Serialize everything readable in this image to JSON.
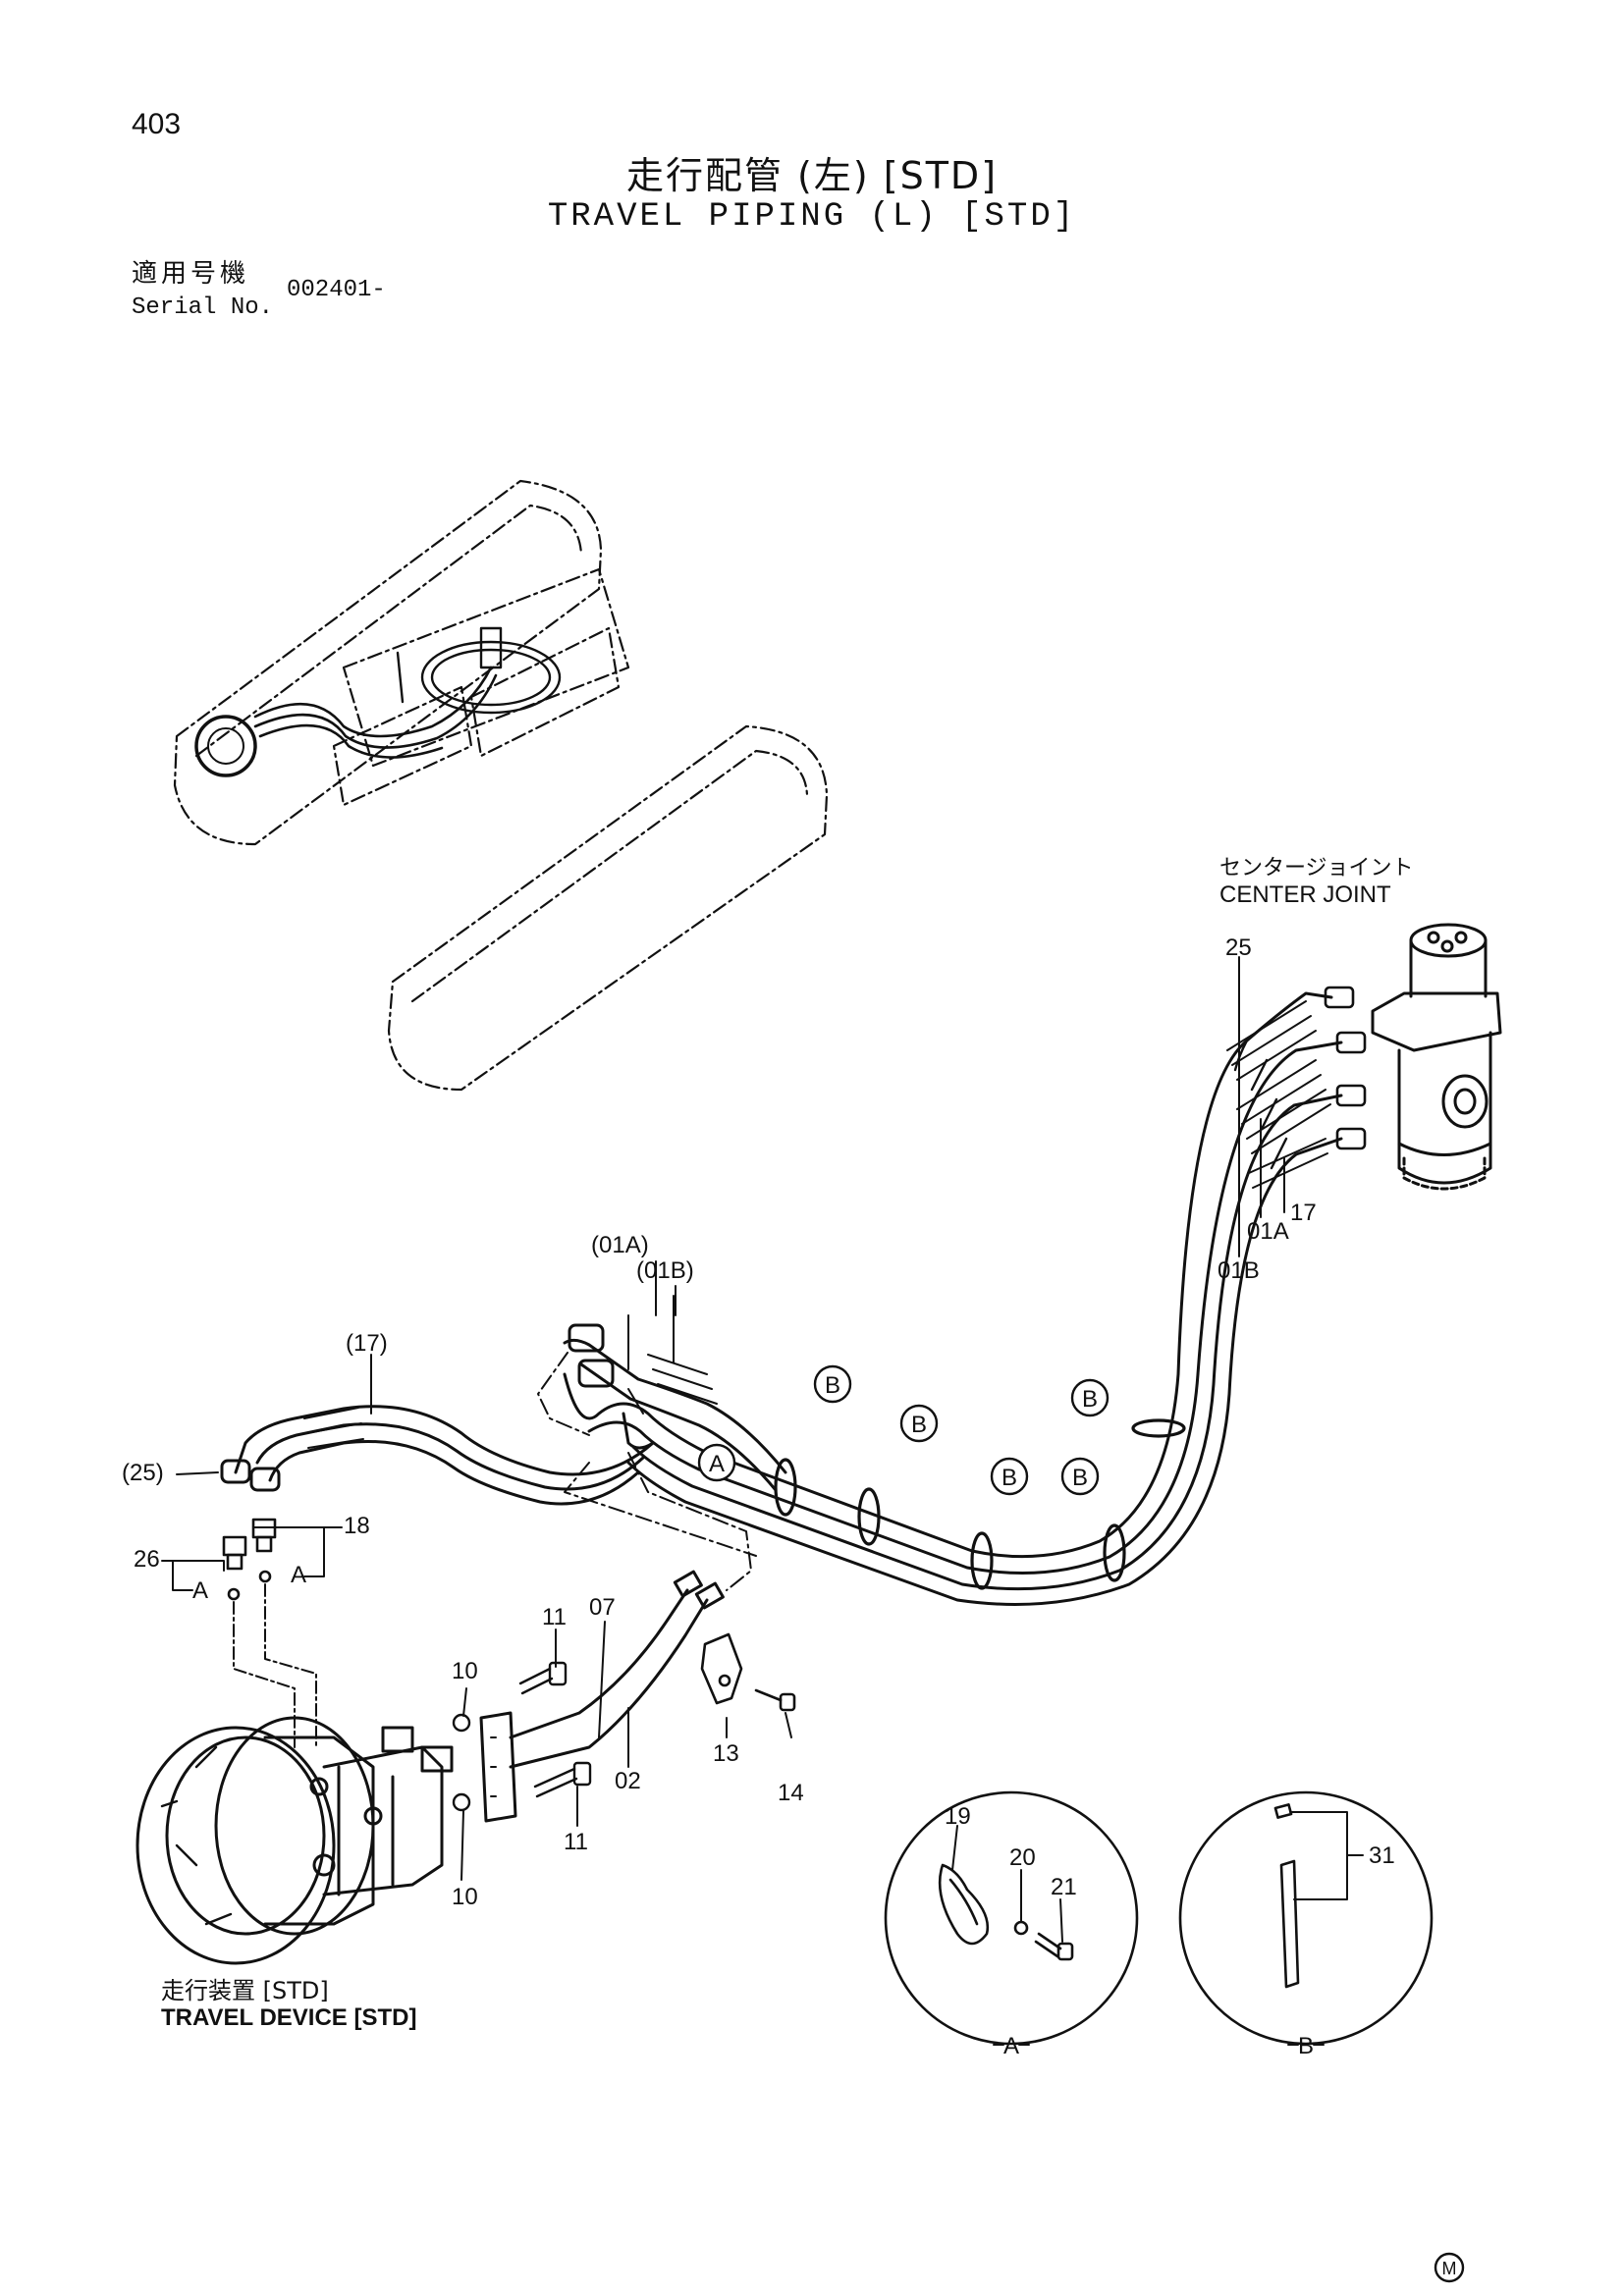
{
  "header": {
    "page_number": "403",
    "title_jp": "走行配管 (左) [STD]",
    "title_en": "TRAVEL PIPING (L) [STD]",
    "serial_label_jp": "適用号機",
    "serial_label_en": "Serial No.",
    "serial_value": "002401-"
  },
  "labels": {
    "center_joint_jp": "センタージョイント",
    "center_joint_en": "CENTER JOINT",
    "travel_device_jp": "走行装置 [STD]",
    "travel_device_en": "TRAVEL DEVICE [STD]"
  },
  "callouts": {
    "p25_top": "25",
    "p01a_right": "01A",
    "p17_right": "17",
    "p01b_right": "01B",
    "p01a_paren": "(01A)",
    "p01b_paren": "(01B)",
    "p17_paren": "(17)",
    "p25_paren": "(25)",
    "p18": "18",
    "p26": "26",
    "p11_top": "11",
    "p07": "07",
    "p10_top": "10",
    "p02": "02",
    "p13": "13",
    "p14": "14",
    "p10_bottom": "10",
    "p11_bottom": "11",
    "p19": "19",
    "p20": "20",
    "p21": "21",
    "p31": "31",
    "ref_a_left": "A",
    "ref_a_right": "A"
  },
  "view_markers": {
    "b1": "B",
    "b2": "B",
    "b3": "B",
    "b4": "B",
    "b5": "B",
    "a1": "A",
    "detail_a": "A",
    "detail_b": "B"
  },
  "footer": {
    "mark": "M"
  }
}
